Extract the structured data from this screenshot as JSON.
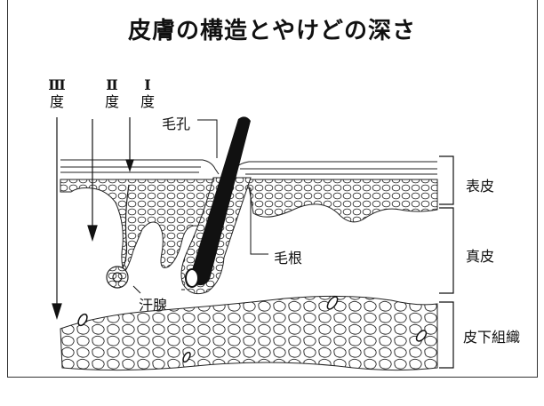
{
  "title": "皮膚の構造とやけどの深さ",
  "degrees": [
    {
      "numeral": "Ⅲ",
      "suffix": "度"
    },
    {
      "numeral": "Ⅱ",
      "suffix": "度"
    },
    {
      "numeral": "Ⅰ",
      "suffix": "度"
    }
  ],
  "structure_labels": {
    "pore": "毛孔",
    "hair_root": "毛根",
    "sweat_gland": "汗腺"
  },
  "layers": {
    "epidermis": "表皮",
    "dermis": "真皮",
    "subcutaneous": "皮下組織"
  }
}
